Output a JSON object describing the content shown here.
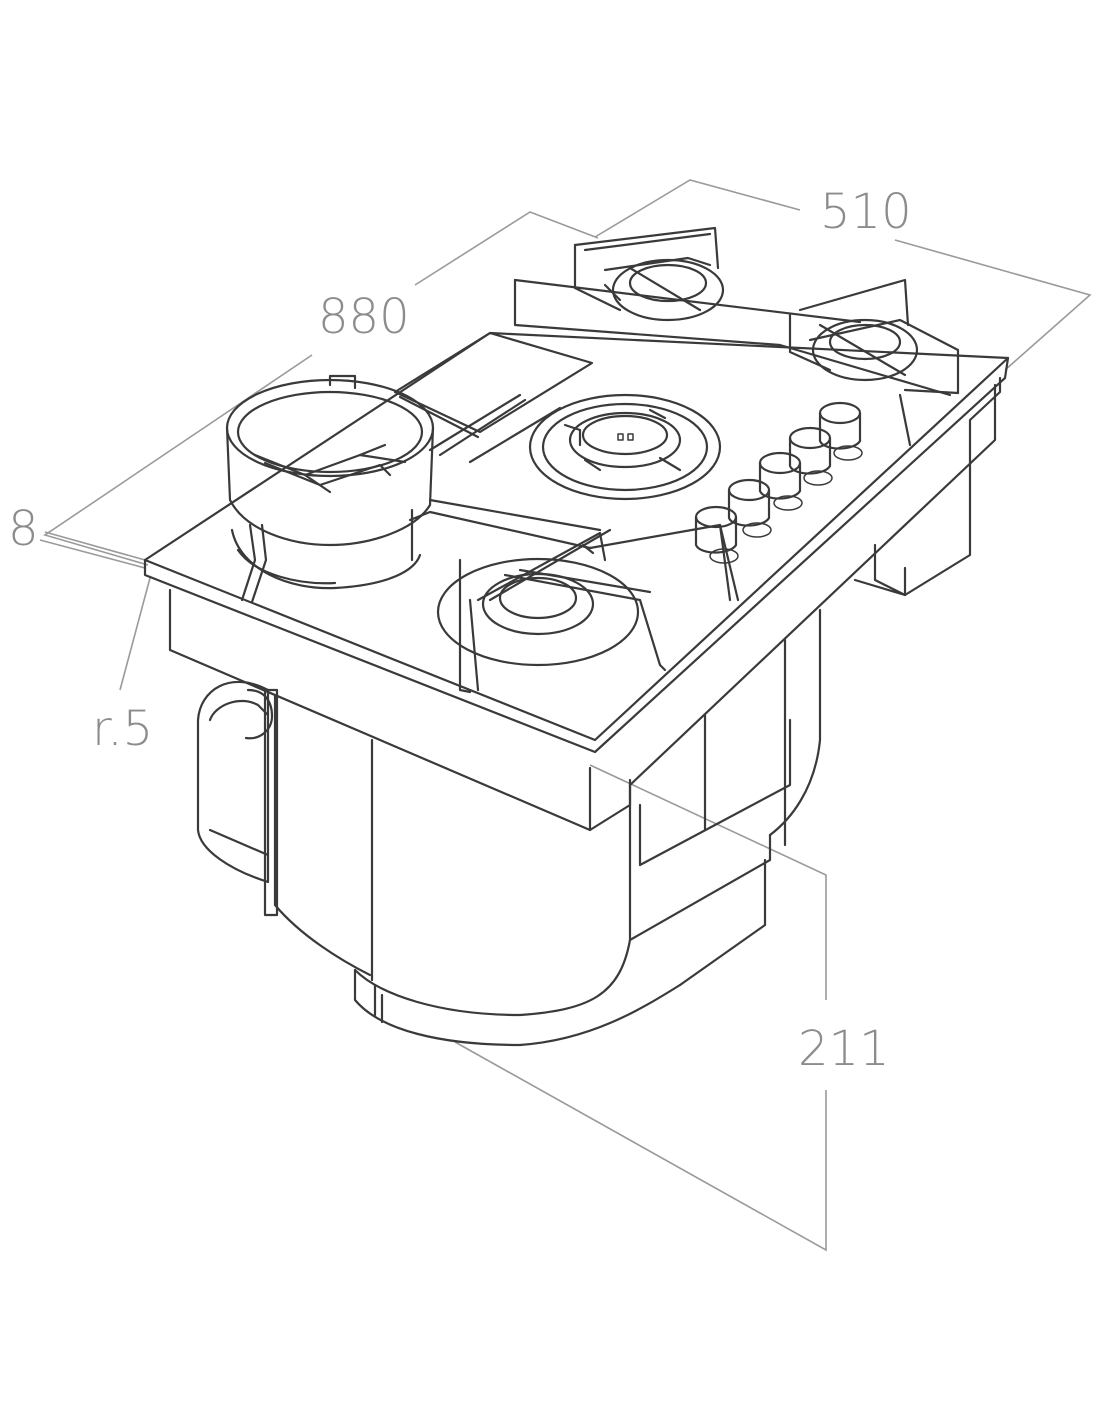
{
  "dimensions": {
    "width": "510",
    "length": "880",
    "thickness": "8",
    "radius": "r.5",
    "height": "211"
  },
  "burners": [
    "wok-burner",
    "rear-left-burner",
    "rear-right-burner",
    "center-burner",
    "front-right-burner"
  ],
  "knobs": 5
}
